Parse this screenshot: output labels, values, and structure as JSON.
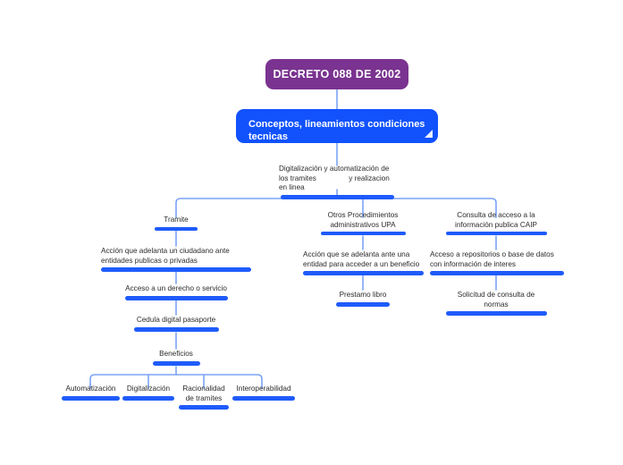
{
  "diagram": {
    "type": "mind-map",
    "title": "DECRETO 088 DE 2002",
    "accent_purple": "#7a3390",
    "accent_blue": "#1152fd",
    "bar_blue": "#1f5bfb",
    "link_blue": "#7ba3f5"
  },
  "root": {
    "label": "DECRETO 088 DE 2002"
  },
  "level2": {
    "label": "Conceptos, lineamientos condiciones tecnicas",
    "resize_handle": "resize-grip-icon"
  },
  "nodes": {
    "n_digitalizacion": "Digitalización y automatización de los tramites                y realizacion en linea",
    "n_tramite": "Tramite",
    "n_otros": "Otros Procedimientos administrativos UPA",
    "n_consulta": "Consulta de acceso a la información publica CAIP",
    "n_accion_ciudadano": "Acción que adelanta un ciudadano ante entidades publicas o privadas",
    "n_accion_entidad": "Acción que se adelanta ante una entidad para acceder a un beneficio",
    "n_acceso_repos": "Acceso a repositorios o base de datos con información de interes",
    "n_acceso_derecho": "Acceso a un derecho o servicio",
    "n_prestamo": "Prestamo libro",
    "n_solicitud": "Solicitud de consulta de normas",
    "n_cedula": "Cedula digital pasaporte",
    "n_beneficios": "Beneficios",
    "n_automatizacion": "Automatización",
    "n_digital": "Digitalización",
    "n_racionalidad": "Racionalidad de tramites",
    "n_interoperabilidad": "Interoperabilidad"
  }
}
